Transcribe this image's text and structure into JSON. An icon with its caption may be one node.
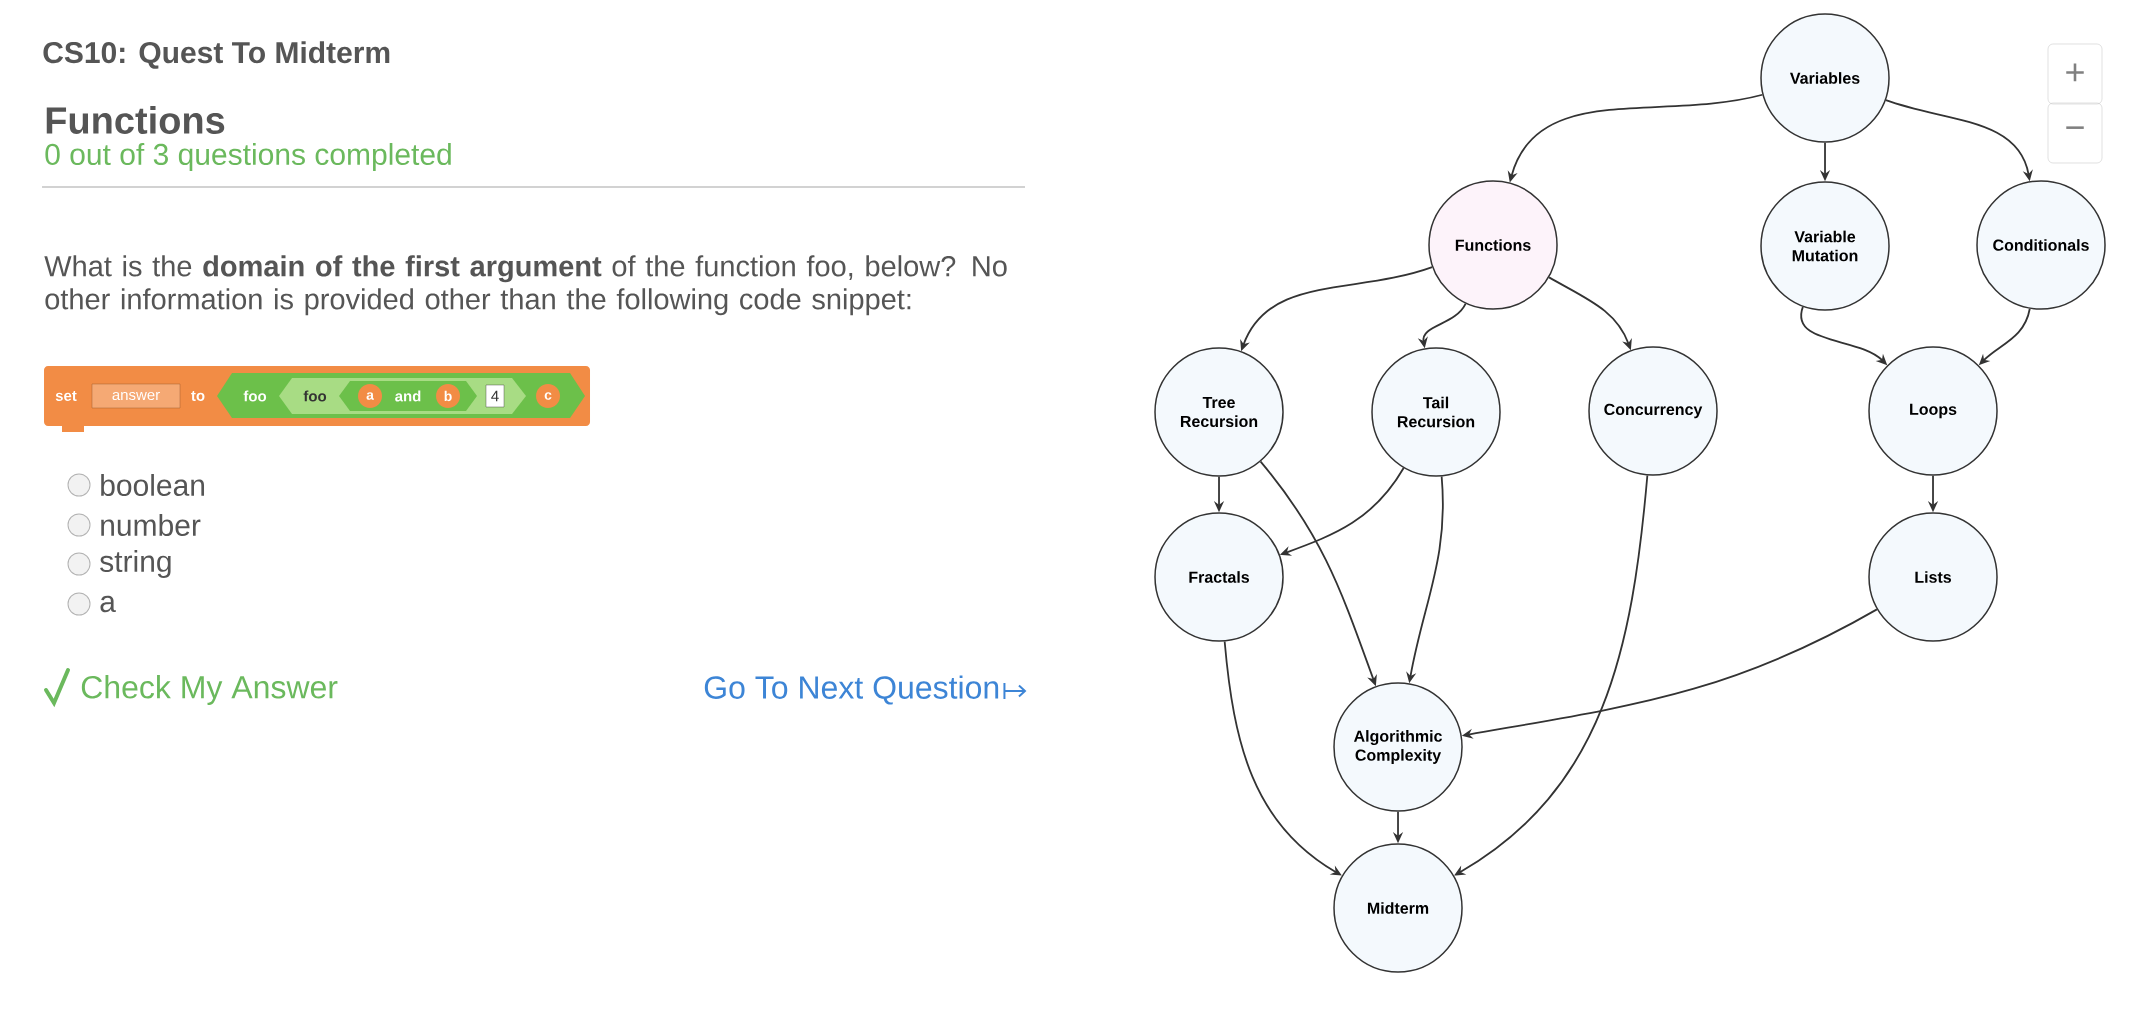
{
  "diagram": {
    "title": "CS10: Quest To Midterm",
    "nodes": [
      {
        "text": [
          "Variables"
        ]
      },
      {
        "text": [
          "Functions"
        ]
      },
      {
        "text": [
          "Variable Mutation"
        ]
      },
      {
        "text": [
          "Conditionals"
        ]
      },
      {
        "text": [
          "Tree Recursion"
        ]
      },
      {
        "text": [
          "Tail Recursion"
        ]
      },
      {
        "text": [
          "Concurrency"
        ]
      },
      {
        "text": [
          "Loops"
        ]
      },
      {
        "text": [
          "Fractals"
        ]
      },
      {
        "text": [
          "Lists"
        ]
      },
      {
        "text": [
          "Algorithmic Complexity"
        ]
      },
      {
        "text": [
          "Midterm"
        ]
      }
    ],
    "edges": [
      {
        "from": 0,
        "to": 1,
        "arrow": "to"
      },
      {
        "from": 0,
        "to": 2,
        "arrow": "to"
      },
      {
        "from": 0,
        "to": 3,
        "arrow": "to"
      },
      {
        "from": 1,
        "to": 4,
        "arrow": "to"
      },
      {
        "from": 1,
        "to": 5,
        "arrow": "to"
      },
      {
        "from": 1,
        "to": 6,
        "arrow": "to"
      },
      {
        "from": 2,
        "to": 7,
        "arrow": "to"
      },
      {
        "from": 3,
        "to": 7,
        "arrow": "to"
      },
      {
        "from": 4,
        "to": 8,
        "arrow": "to"
      },
      {
        "from": 4,
        "to": 10,
        "arrow": "to"
      },
      {
        "from": 5,
        "to": 8,
        "arrow": "to"
      },
      {
        "from": 5,
        "to": 10,
        "arrow": "to"
      },
      {
        "from": 6,
        "to": 11,
        "arrow": "to"
      },
      {
        "from": 7,
        "to": 9,
        "arrow": "to"
      },
      {
        "from": 9,
        "to": 10,
        "arrow": "to"
      },
      {
        "from": 8,
        "to": 11,
        "arrow": "to"
      },
      {
        "from": 10,
        "to": 11,
        "arrow": "to"
      }
    ],
    "labels": [
      "Functions",
      "0 out of 3 questions completed",
      "What is the **domain of the first argument** of the function foo, below? No other information is provided other than the following code snippet:",
      "set",
      "answer",
      "to",
      "foo",
      "foo",
      "a",
      "and",
      "b",
      "4",
      "c",
      "boolean",
      "number",
      "string",
      "a",
      "Check My Answer",
      "Go To Next Question",
      "+",
      "−"
    ]
  }
}
